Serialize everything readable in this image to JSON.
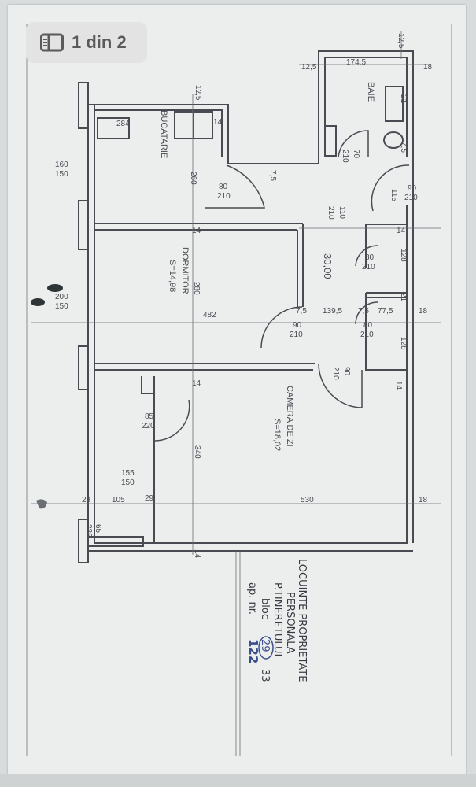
{
  "viewer": {
    "counter_label": "1 din 2",
    "counter_icon": "gallery-icon"
  },
  "plan": {
    "rooms": {
      "bucatarie": "BUCATARIE",
      "dormitor": "DORMITOR",
      "dormitor_area": "S=14,98",
      "camera": "CAMERA DE ZI",
      "camera_area": "S=18,02",
      "baie": "BAIE"
    },
    "dims": {
      "d1745": "174,5",
      "d18_top": "18",
      "d12_5a": "12,5",
      "d12_5b": "12,5",
      "d12_5c": "12,5",
      "d284": "284",
      "d14a": "14",
      "d160": "160",
      "d150a": "150",
      "d260": "260",
      "d80a": "80",
      "d210a": "210",
      "d7_5a": "7,5",
      "d70": "70",
      "d210b": "210",
      "d21": "21",
      "d7_5b": "7,5",
      "d90a": "90",
      "d210c": "210",
      "d115": "115",
      "d110": "110",
      "d210d": "210",
      "d14b": "14",
      "d80b": "80",
      "d210e": "210",
      "d128a": "128",
      "d30": "30,00",
      "d14c": "14",
      "d280": "280",
      "d482": "482",
      "d200": "200",
      "d150b": "150",
      "d7_5c": "7,5",
      "d139_5": "139,5",
      "d7_5d": "7,5",
      "d77_5": "77,5",
      "d18b": "18",
      "d90b": "90",
      "d210f": "210",
      "d80c": "80",
      "d210g": "210",
      "d128b": "128",
      "d21b": "21",
      "d90c": "90",
      "d210h": "210",
      "d14d": "14",
      "d14e": "14",
      "d85": "85",
      "d220": "220",
      "d340": "340",
      "d155": "155",
      "d150c": "150",
      "d29a": "29",
      "d105": "105",
      "d29b": "29",
      "d530": "530",
      "d18c": "18",
      "d65": "65",
      "d225": "225",
      "d14f": "14"
    },
    "note": {
      "line1": "LOCUINTE PROPRIETATE",
      "line2": "PERSONALA",
      "line3": "P.TINERETULUI",
      "line4_prefix": "bloc",
      "line4_num": "29",
      "line4_suffix": "33",
      "line5": "ap. nr.",
      "line5_num": "122"
    },
    "colors": {
      "ink": "#4a4a52",
      "paper": "#eceeee",
      "note_blue": "#3b4f8c"
    }
  }
}
